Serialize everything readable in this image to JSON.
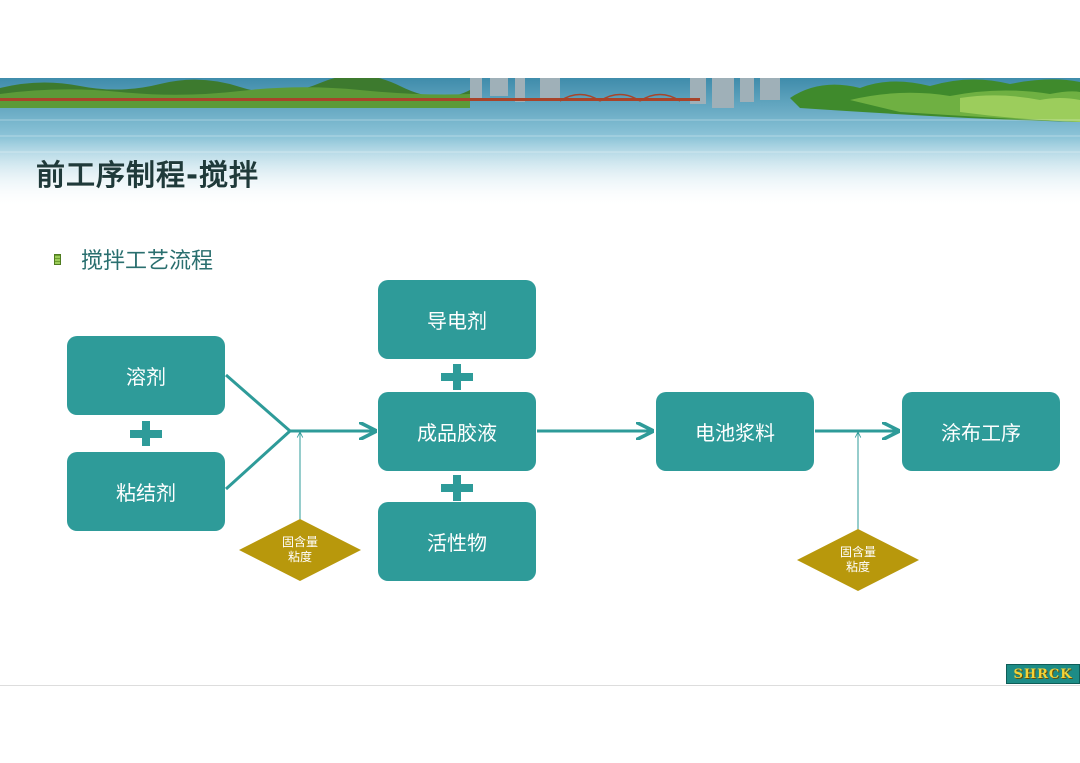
{
  "slide": {
    "title": "前工序制程-搅拌",
    "bullet": "搅拌工艺流程"
  },
  "boxes": {
    "solvent": "溶剂",
    "binder": "粘结剂",
    "conductive_agent": "导电剂",
    "glue": "成品胶液",
    "active_material": "活性物",
    "slurry": "电池浆料",
    "coating": "涂布工序"
  },
  "checks": {
    "left": {
      "line1": "固含量",
      "line2": "粘度"
    },
    "right": {
      "line1": "固含量",
      "line2": "粘度"
    }
  },
  "logo": {
    "text": "SHRCK"
  },
  "colors": {
    "box": "#2e9b99",
    "diamond": "#b8980c",
    "arrow": "#2e9b99"
  }
}
